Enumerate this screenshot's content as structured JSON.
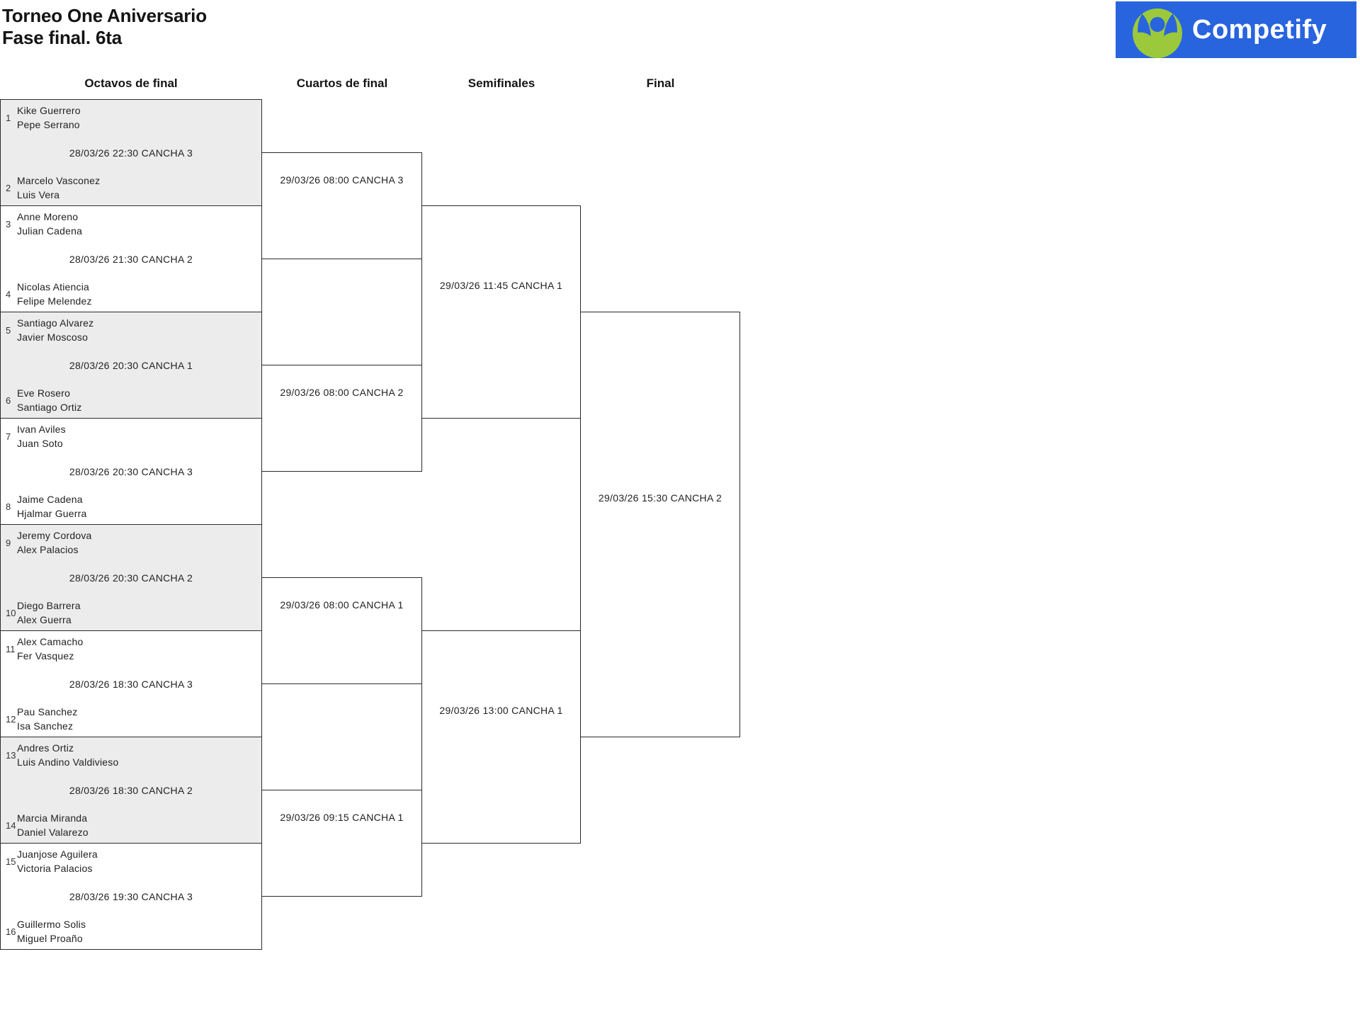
{
  "title": {
    "line1": "Torneo One Aniversario",
    "line2": "Fase final. 6ta"
  },
  "logo": {
    "brand": "Competify"
  },
  "colors": {
    "logo-blue": "#2864DE",
    "logo-green": "#9CC93B",
    "shaded": "#ececec",
    "line": "#2b2b2b"
  },
  "rounds": [
    {
      "label": "Octavos de final"
    },
    {
      "label": "Cuartos de final"
    },
    {
      "label": "Semifinales"
    },
    {
      "label": "Final"
    }
  ],
  "r16": [
    {
      "seed1": "1",
      "t1a": "Kike Guerrero",
      "t1b": "Pepe Serrano",
      "date": "28/03/26 22:30 CANCHA 3",
      "seed2": "2",
      "t2a": "Marcelo Vasconez",
      "t2b": "Luis Vera"
    },
    {
      "seed1": "3",
      "t1a": "Anne Moreno",
      "t1b": "Julian Cadena",
      "date": "28/03/26 21:30 CANCHA 2",
      "seed2": "4",
      "t2a": "Nicolas Atiencia",
      "t2b": "Felipe Melendez"
    },
    {
      "seed1": "5",
      "t1a": "Santiago Alvarez",
      "t1b": "Javier Moscoso",
      "date": "28/03/26 20:30 CANCHA 1",
      "seed2": "6",
      "t2a": "Eve Rosero",
      "t2b": "Santiago Ortiz"
    },
    {
      "seed1": "7",
      "t1a": "Ivan Aviles",
      "t1b": "Juan Soto",
      "date": "28/03/26 20:30 CANCHA 3",
      "seed2": "8",
      "t2a": "Jaime Cadena",
      "t2b": "Hjalmar Guerra"
    },
    {
      "seed1": "9",
      "t1a": "Jeremy Cordova",
      "t1b": "Alex Palacios",
      "date": "28/03/26 20:30 CANCHA 2",
      "seed2": "10",
      "t2a": "Diego Barrera",
      "t2b": "Alex Guerra"
    },
    {
      "seed1": "11",
      "t1a": "Alex Camacho",
      "t1b": "Fer Vasquez",
      "date": "28/03/26 18:30 CANCHA 3",
      "seed2": "12",
      "t2a": "Pau Sanchez",
      "t2b": "Isa Sanchez"
    },
    {
      "seed1": "13",
      "t1a": "Andres Ortiz",
      "t1b": "Luis Andino Valdivieso",
      "date": "28/03/26 18:30 CANCHA 2",
      "seed2": "14",
      "t2a": "Marcia Miranda",
      "t2b": "Daniel Valarezo"
    },
    {
      "seed1": "15",
      "t1a": "Juanjose Aguilera",
      "t1b": "Victoria Palacios",
      "date": "28/03/26 19:30 CANCHA 3",
      "seed2": "16",
      "t2a": "Guillermo Solis",
      "t2b": "Miguel Proaño"
    }
  ],
  "quarterfinals": [
    {
      "date": "29/03/26 08:00 CANCHA 3"
    },
    {
      "date": "29/03/26 08:00 CANCHA 2"
    },
    {
      "date": "29/03/26 08:00 CANCHA 1"
    },
    {
      "date": "29/03/26 09:15 CANCHA 1"
    }
  ],
  "semifinals": [
    {
      "date": "29/03/26 11:45 CANCHA 1"
    },
    {
      "date": "29/03/26 13:00 CANCHA 1"
    }
  ],
  "final": {
    "date": "29/03/26 15:30 CANCHA 2"
  }
}
